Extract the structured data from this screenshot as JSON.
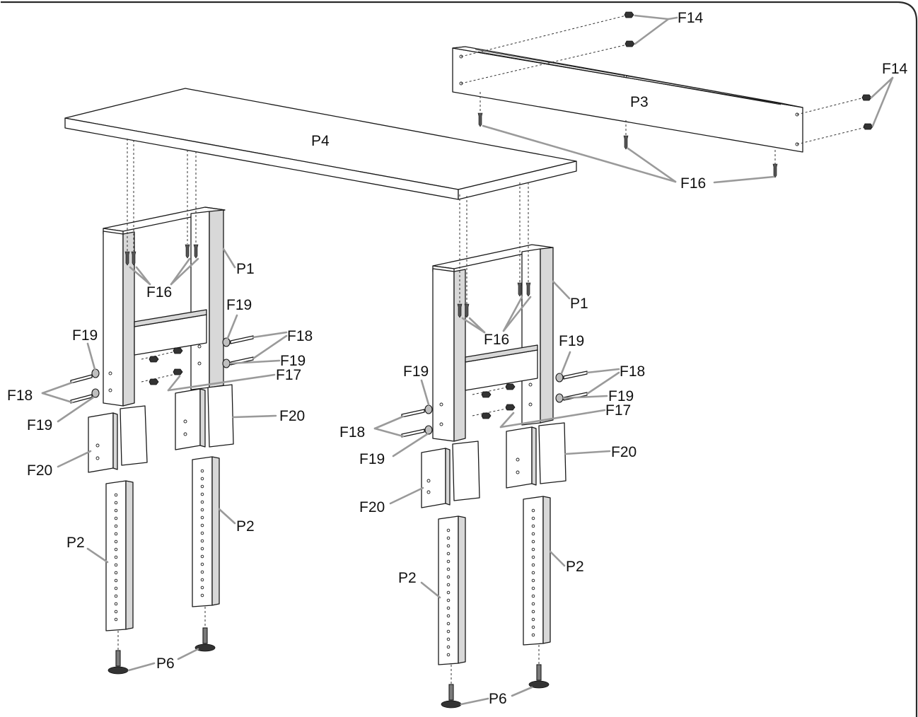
{
  "labels": {
    "f14_top": "F14",
    "f14_right": "F14",
    "p3": "P3",
    "p4": "P4",
    "f16_top": "F16",
    "p1_left": "P1",
    "f16_left": "F16",
    "f19_left_upper_right": "F19",
    "f19_left_upper_left": "F19",
    "f18_left_right": "F18",
    "f19_left_right": "F19",
    "f17_left": "F17",
    "f18_left_left": "F18",
    "f19_left_lower_left": "F19",
    "f20_left_right": "F20",
    "f20_left_left": "F20",
    "p2_left_right": "P2",
    "p2_left_left": "P2",
    "p6_left": "P6",
    "p1_right": "P1",
    "f16_right": "F16",
    "f19_right_upper_right": "F19",
    "f19_right_upper_left": "F19",
    "f18_right_right": "F18",
    "f19_right_right": "F19",
    "f17_right": "F17",
    "f18_right_left": "F18",
    "f19_right_lower_left": "F19",
    "f20_right_right": "F20",
    "f20_right_left": "F20",
    "p2_right_left": "P2",
    "p2_right_right": "P2",
    "p6_right": "P6"
  }
}
